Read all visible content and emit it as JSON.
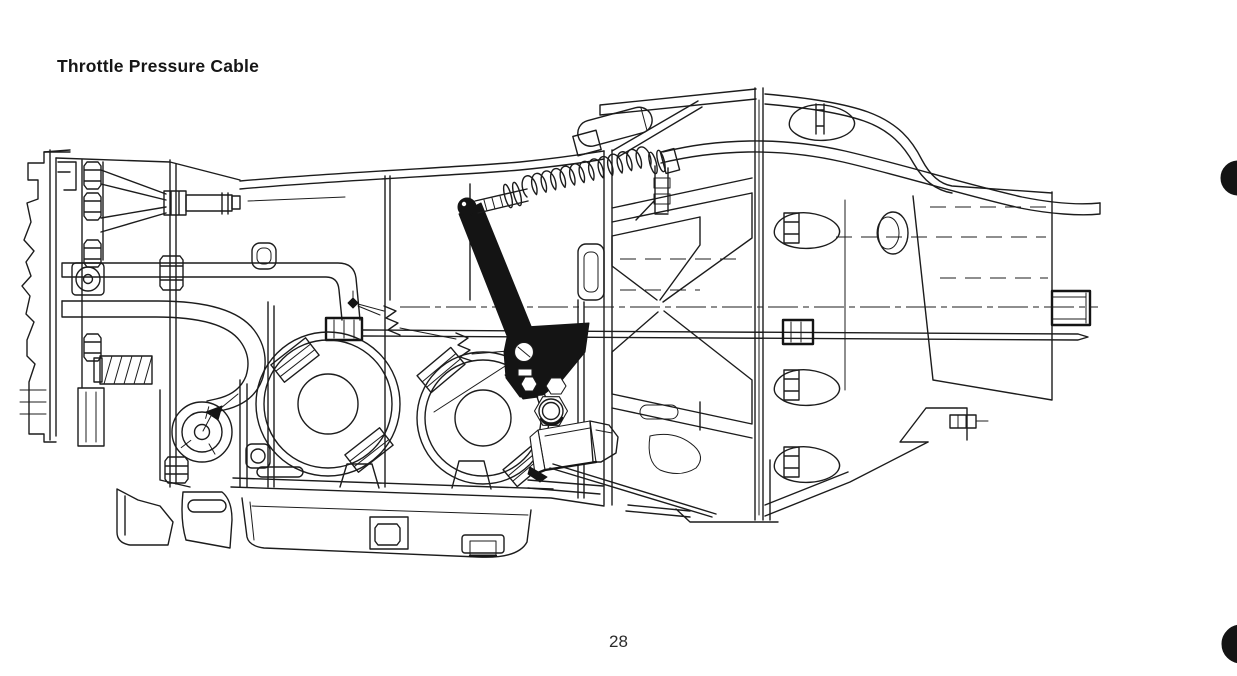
{
  "page": {
    "title": "Throttle Pressure Cable",
    "page_number": "28"
  },
  "colors": {
    "paper": "#ffffff",
    "ink": "#1c1c1c",
    "lever_fill": "#141414"
  },
  "figure": {
    "alt": "Cutaway side-view line drawing of an automatic transmission showing the throttle pressure cable: a black throttle lever with pivot, a coiled cable spring rising to a conduit routed over the extension housing, internal clutch drums, linkage rod with return springs, selector rod, oil pan and output shaft.",
    "components": [
      "engine block section (left edge)",
      "converter housing with bolts",
      "curved filler tube",
      "small governor drum with pointer arrow",
      "two large clutch drums",
      "black throttle pressure lever with pivot and hex cutouts",
      "coiled throttle pressure cable spring",
      "cable conduit routed over extension housing",
      "kickdown linkage rod with two zigzag springs",
      "long selector rod with pointed tip",
      "bell housing flange with gussets and teardrop bolt bosses",
      "extension housing with oval port and output shaft",
      "hex nut and tilted solenoid box",
      "oil pan with drain plug",
      "dash-dot centerline"
    ],
    "binding_marks": 2
  }
}
